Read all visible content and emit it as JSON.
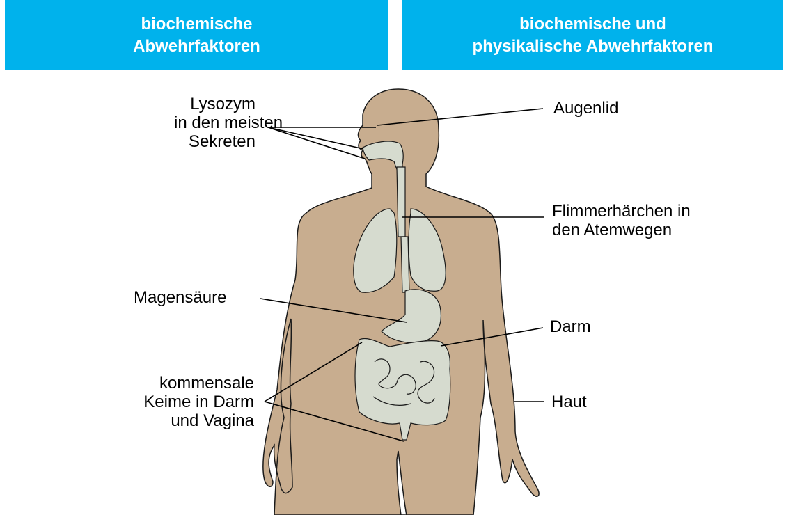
{
  "colors": {
    "header_bg": "#00b2ec",
    "skin": "#c8ad8f",
    "organ": "#d6dbcf",
    "outline": "#1a1a1a",
    "leader_line": "#000000"
  },
  "headers": {
    "left": {
      "line1": "biochemische",
      "line2": "Abwehrfaktoren"
    },
    "right": {
      "line1": "biochemische und",
      "line2": "physikalische Abwehrfaktoren"
    }
  },
  "labels": {
    "lysozym": {
      "line1": "Lysozym",
      "line2": "in den meisten",
      "line3": "Sekreten"
    },
    "augenlid": "Augenlid",
    "flimmer": {
      "line1": "Flimmerhärchen in",
      "line2": "den Atemwegen"
    },
    "magensaeure": "Magensäure",
    "darm": "Darm",
    "keime": {
      "line1": "kommensale",
      "line2": "Keime in Darm",
      "line3": "und Vagina"
    },
    "haut": "Haut"
  }
}
